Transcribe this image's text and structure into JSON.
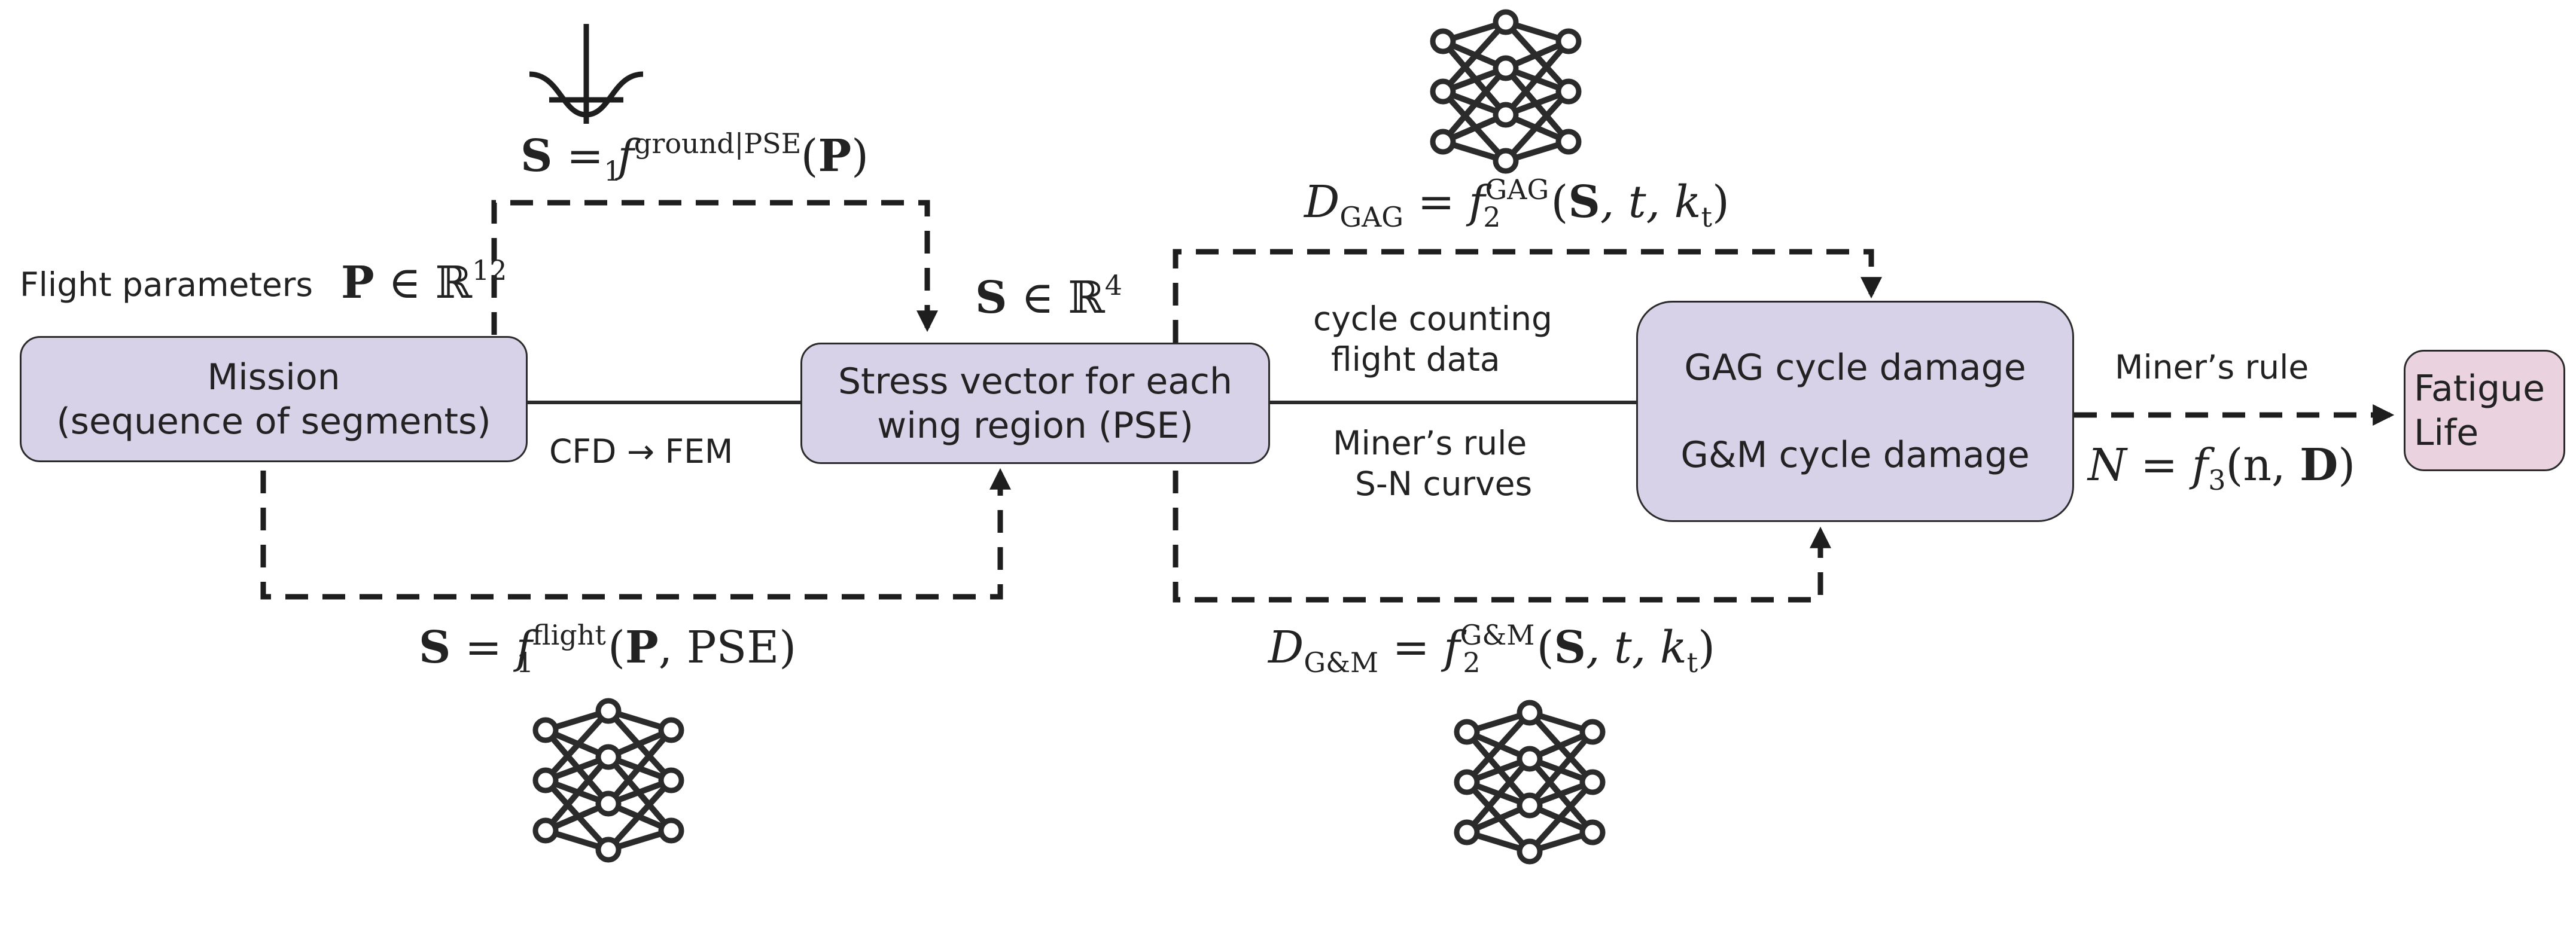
{
  "nodes": {
    "mission": {
      "line1": "Mission",
      "line2": "(sequence of segments)"
    },
    "stress": {
      "line1": "Stress vector for each",
      "line2": "wing region (PSE)"
    },
    "damage": {
      "line1": "GAG cycle damage",
      "line2": "G&M cycle damage"
    },
    "life": {
      "line1": "Fatigue",
      "line2": "Life"
    }
  },
  "labels": {
    "flight_params_text": "Flight parameters",
    "flight_params_math": {
      "bold": "P",
      "rel": " ∈ ",
      "set": "ℝ",
      "exp": "12"
    },
    "stress_space": {
      "bold": "S",
      "rel": " ∈ ",
      "set": "ℝ",
      "exp": "4"
    },
    "cfd_fem": "CFD → FEM",
    "cycle_counting": "cycle counting",
    "flight_data": "flight data",
    "miners_rule_mid": "Miner’s rule",
    "sn_curves": "S-N curves",
    "miners_rule_right": "Miner’s rule"
  },
  "equations": {
    "f1_ground": {
      "lhs": "S",
      "fn": "f",
      "sub": "1",
      "sup": "ground|PSE",
      "open": "(",
      "arg": "P",
      "close": ")"
    },
    "f1_flight": {
      "lhs": "S",
      "fn": "f",
      "sub": "1",
      "sup": "flight",
      "open": "(",
      "arg": "P",
      "rest": ", PSE)"
    },
    "d_gag": {
      "lhs": "D",
      "lhs_sub": "GAG",
      "fn": "f",
      "sub": "2",
      "sup": "GAG",
      "open": "(",
      "arg": "S",
      "rest": ", t, k",
      "rest_sub": "t",
      "close": ")"
    },
    "d_gm": {
      "lhs": "D",
      "lhs_sub": "G&M",
      "fn": "f",
      "sub": "2",
      "sup": "G&M",
      "open": "(",
      "arg": "S",
      "rest": ", t, k",
      "rest_sub": "t",
      "close": ")"
    },
    "n_life": {
      "lhs": "N",
      "fn": "f",
      "sub": "3",
      "open": "(n, ",
      "arg": "D",
      "close": ")"
    }
  },
  "icons": [
    "gaussian-kernel-icon",
    "neural-network-icon",
    "neural-network-icon",
    "neural-network-icon"
  ],
  "colors": {
    "node_fill": "#d8d2e8",
    "life_fill": "#ead3df",
    "stroke": "#2b2b2b"
  }
}
